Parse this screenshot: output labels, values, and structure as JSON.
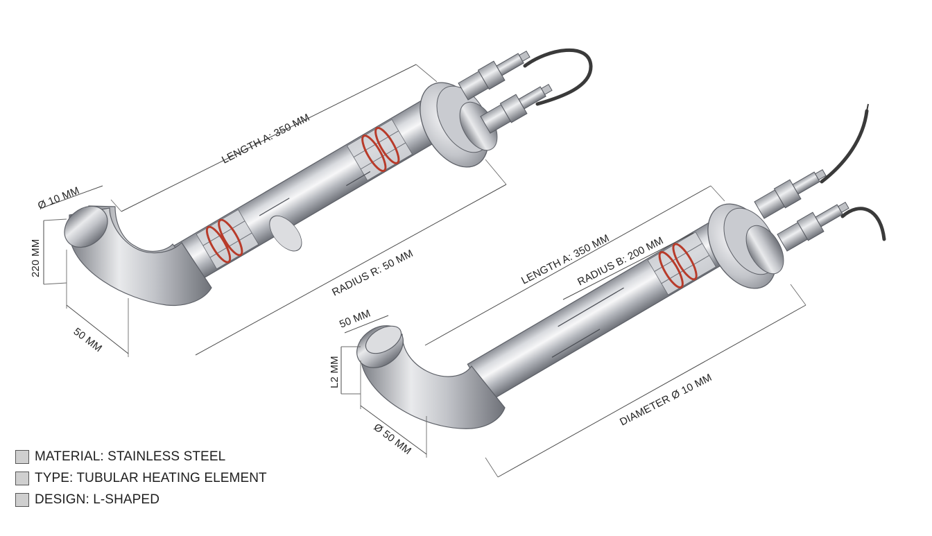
{
  "left_element": {
    "label_length": "LENGTH A: 350 MM",
    "label_diameter": "Ø 10 MM",
    "label_height": "220 MM",
    "label_leg": "50 MM",
    "label_radius": "RADIUS R: 50 MM"
  },
  "right_element": {
    "label_length": "LENGTH A: 350 MM",
    "label_radius": "RADIUS B: 200 MM",
    "label_leg": "50 MM",
    "label_height": "L2 MM",
    "label_end_diameter": "Ø 50 MM",
    "label_diameter": "DIAMETER Ø 10 MM"
  },
  "legend": [
    {
      "text": "MATERIAL: STAINLESS STEEL"
    },
    {
      "text": "TYPE:  TUBULAR HEATING ELEMENT"
    },
    {
      "text": "DESIGN: L-SHAPED"
    }
  ],
  "colors": {
    "steel_light": "#f2f2f4",
    "steel_mid": "#b9bcc2",
    "steel_dark": "#7d8087",
    "coil": "#c0392b",
    "cable": "#3a3a3a"
  }
}
